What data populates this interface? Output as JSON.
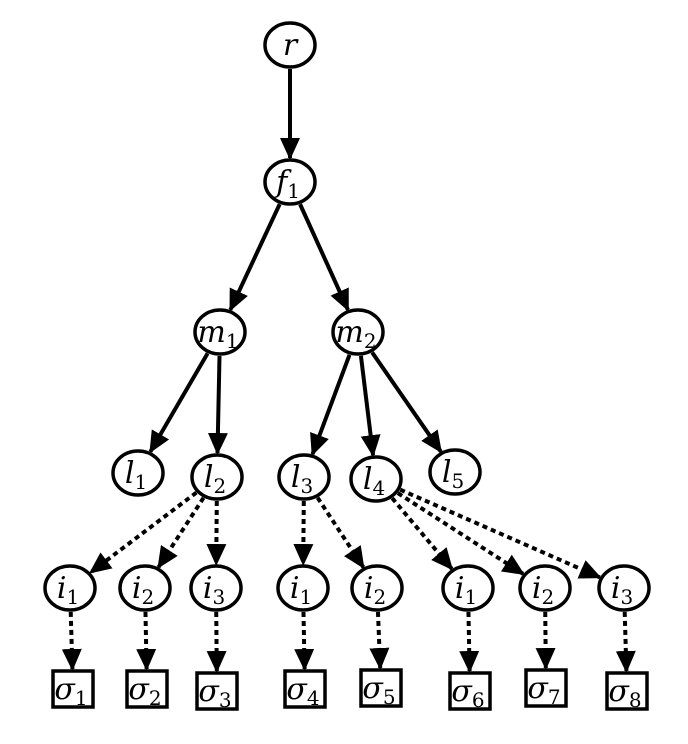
{
  "nodes": [
    {
      "id": "r",
      "symbol": "r",
      "subscript": "",
      "shape": "ellipse"
    },
    {
      "id": "f1",
      "symbol": "f",
      "subscript": "1",
      "shape": "ellipse"
    },
    {
      "id": "m1",
      "symbol": "m",
      "subscript": "1",
      "shape": "ellipse"
    },
    {
      "id": "m2",
      "symbol": "m",
      "subscript": "2",
      "shape": "ellipse"
    },
    {
      "id": "l1",
      "symbol": "l",
      "subscript": "1",
      "shape": "ellipse"
    },
    {
      "id": "l2",
      "symbol": "l",
      "subscript": "2",
      "shape": "ellipse"
    },
    {
      "id": "l3",
      "symbol": "l",
      "subscript": "3",
      "shape": "ellipse"
    },
    {
      "id": "l4",
      "symbol": "l",
      "subscript": "4",
      "shape": "ellipse"
    },
    {
      "id": "l5",
      "symbol": "l",
      "subscript": "5",
      "shape": "ellipse"
    },
    {
      "id": "i1a",
      "symbol": "i",
      "subscript": "1",
      "shape": "ellipse"
    },
    {
      "id": "i2a",
      "symbol": "i",
      "subscript": "2",
      "shape": "ellipse"
    },
    {
      "id": "i3a",
      "symbol": "i",
      "subscript": "3",
      "shape": "ellipse"
    },
    {
      "id": "i1b",
      "symbol": "i",
      "subscript": "1",
      "shape": "ellipse"
    },
    {
      "id": "i2b",
      "symbol": "i",
      "subscript": "2",
      "shape": "ellipse"
    },
    {
      "id": "i1c",
      "symbol": "i",
      "subscript": "1",
      "shape": "ellipse"
    },
    {
      "id": "i2c",
      "symbol": "i",
      "subscript": "2",
      "shape": "ellipse"
    },
    {
      "id": "i3c",
      "symbol": "i",
      "subscript": "3",
      "shape": "ellipse"
    },
    {
      "id": "s1",
      "symbol": "σ",
      "subscript": "1",
      "shape": "box"
    },
    {
      "id": "s2",
      "symbol": "σ",
      "subscript": "2",
      "shape": "box"
    },
    {
      "id": "s3",
      "symbol": "σ",
      "subscript": "3",
      "shape": "box"
    },
    {
      "id": "s4",
      "symbol": "σ",
      "subscript": "4",
      "shape": "box"
    },
    {
      "id": "s5",
      "symbol": "σ",
      "subscript": "5",
      "shape": "box"
    },
    {
      "id": "s6",
      "symbol": "σ",
      "subscript": "6",
      "shape": "box"
    },
    {
      "id": "s7",
      "symbol": "σ",
      "subscript": "7",
      "shape": "box"
    },
    {
      "id": "s8",
      "symbol": "σ",
      "subscript": "8",
      "shape": "box"
    }
  ],
  "edges": [
    {
      "from": "r",
      "to": "f1",
      "style": "solid"
    },
    {
      "from": "f1",
      "to": "m1",
      "style": "solid"
    },
    {
      "from": "f1",
      "to": "m2",
      "style": "solid"
    },
    {
      "from": "m1",
      "to": "l1",
      "style": "solid"
    },
    {
      "from": "m1",
      "to": "l2",
      "style": "solid"
    },
    {
      "from": "m2",
      "to": "l3",
      "style": "solid"
    },
    {
      "from": "m2",
      "to": "l4",
      "style": "solid"
    },
    {
      "from": "m2",
      "to": "l5",
      "style": "solid"
    },
    {
      "from": "l2",
      "to": "i1a",
      "style": "dashed"
    },
    {
      "from": "l2",
      "to": "i2a",
      "style": "dashed"
    },
    {
      "from": "l2",
      "to": "i3a",
      "style": "dashed"
    },
    {
      "from": "l3",
      "to": "i1b",
      "style": "dashed"
    },
    {
      "from": "l3",
      "to": "i2b",
      "style": "dashed"
    },
    {
      "from": "l4",
      "to": "i1c",
      "style": "dashed"
    },
    {
      "from": "l4",
      "to": "i2c",
      "style": "dashed"
    },
    {
      "from": "l4",
      "to": "i3c",
      "style": "dashed"
    },
    {
      "from": "i1a",
      "to": "s1",
      "style": "dashed"
    },
    {
      "from": "i2a",
      "to": "s2",
      "style": "dashed"
    },
    {
      "from": "i3a",
      "to": "s3",
      "style": "dashed"
    },
    {
      "from": "i1b",
      "to": "s4",
      "style": "dashed"
    },
    {
      "from": "i2b",
      "to": "s5",
      "style": "dashed"
    },
    {
      "from": "i1c",
      "to": "s6",
      "style": "dashed"
    },
    {
      "from": "i2c",
      "to": "s7",
      "style": "dashed"
    },
    {
      "from": "i3c",
      "to": "s8",
      "style": "dashed"
    }
  ]
}
